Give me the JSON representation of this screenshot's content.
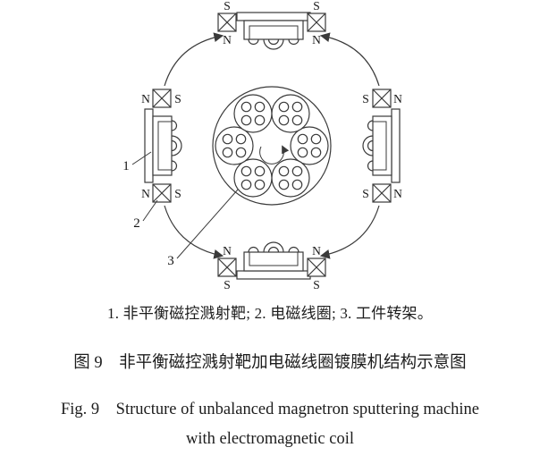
{
  "diagram": {
    "pole_labels": {
      "s": "S",
      "n": "N"
    },
    "callouts": {
      "target": "1",
      "coil": "2",
      "rack": "3"
    },
    "colors": {
      "line": "#3a3a3a",
      "text": "#141414",
      "background": "#ffffff"
    }
  },
  "caption": {
    "legend": "1. 非平衡磁控溅射靶; 2. 电磁线圈; 3. 工件转架。",
    "zh": "图 9　非平衡磁控溅射靶加电磁线圈镀膜机结构示意图",
    "en_line1": "Fig. 9　Structure of unbalanced magnetron sputtering machine",
    "en_line2": "with electromagnetic coil"
  }
}
